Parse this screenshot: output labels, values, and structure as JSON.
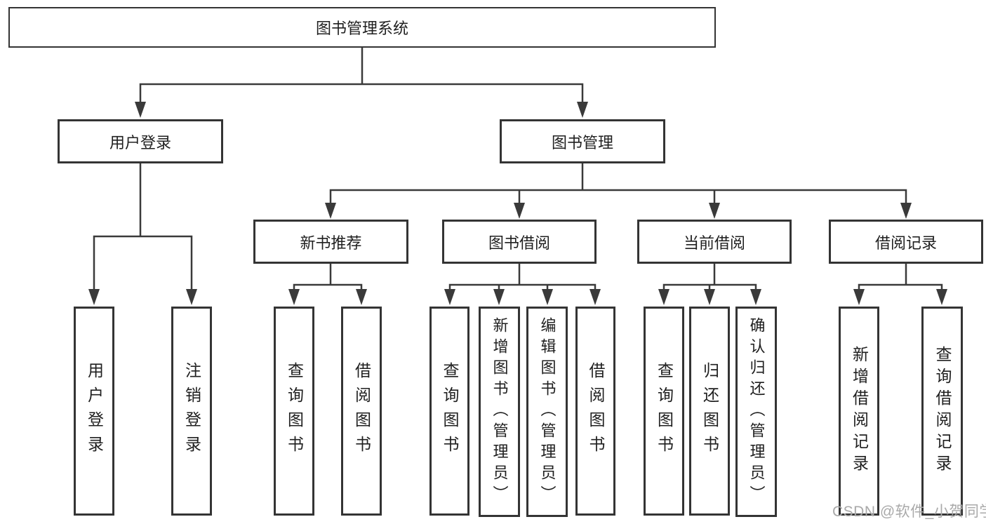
{
  "tree": {
    "root": {
      "label": "图书管理系统"
    },
    "branches": [
      {
        "label": "用户登录",
        "children": [
          {
            "label": "用户登录"
          },
          {
            "label": "注销登录"
          }
        ]
      },
      {
        "label": "图书管理",
        "children": [
          {
            "label": "新书推荐",
            "children": [
              {
                "label": "查询图书"
              },
              {
                "label": "借阅图书"
              }
            ]
          },
          {
            "label": "图书借阅",
            "children": [
              {
                "label": "查询图书"
              },
              {
                "label": "新增图书（管理员）"
              },
              {
                "label": "编辑图书（管理员）"
              },
              {
                "label": "借阅图书"
              }
            ]
          },
          {
            "label": "当前借阅",
            "children": [
              {
                "label": "查询图书"
              },
              {
                "label": "归还图书"
              },
              {
                "label": "确认归还（管理员）"
              }
            ]
          },
          {
            "label": "借阅记录",
            "children": [
              {
                "label": "新增借阅记录"
              },
              {
                "label": "查询借阅记录"
              }
            ]
          }
        ]
      }
    ]
  },
  "watermark": "CSDN @软件_小贺同学",
  "colors": {
    "line": "#3a3a3a",
    "box_border": "#343434",
    "text": "#1f1f1f",
    "watermark": "#a9a9a9",
    "background": "#ffffff"
  }
}
